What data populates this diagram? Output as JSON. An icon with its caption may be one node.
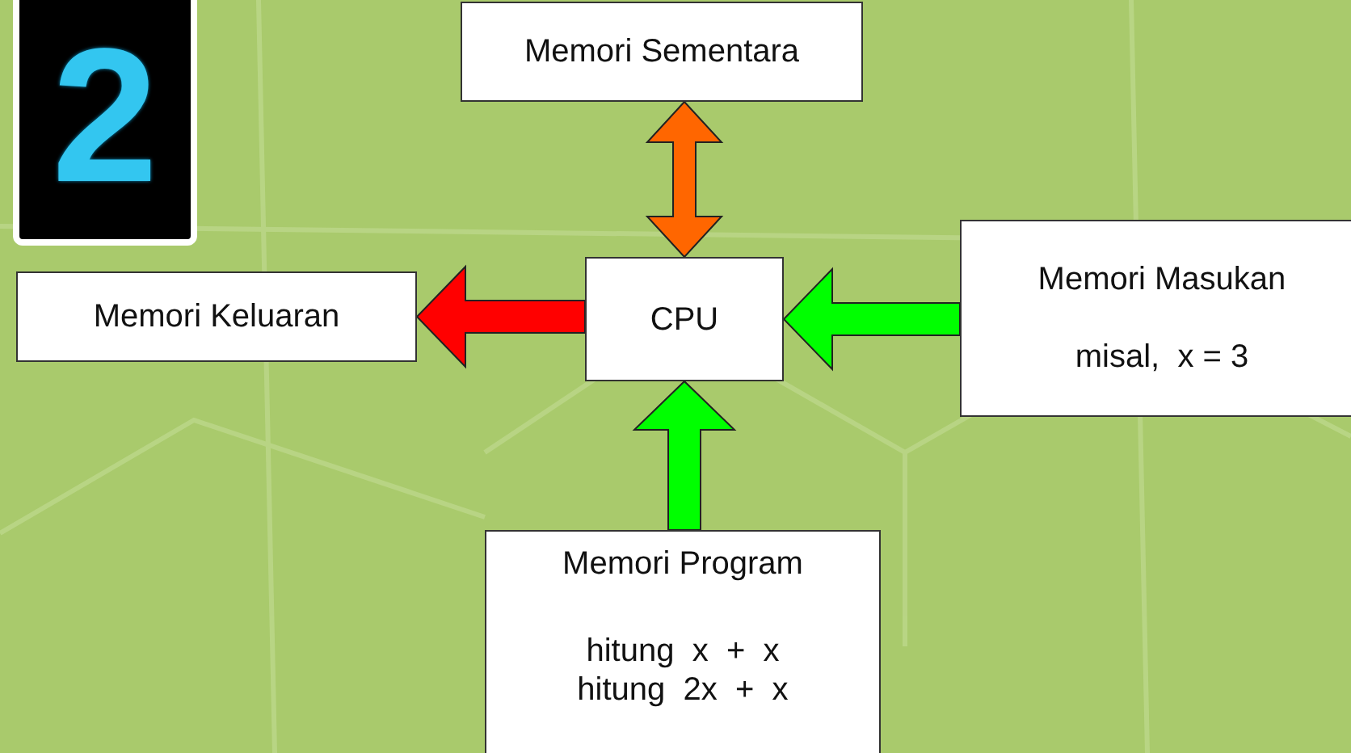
{
  "diagram": {
    "nodes": [
      {
        "text": [
          "Memori Sementara"
        ]
      },
      {
        "text": [
          "Memori Keluaran"
        ]
      },
      {
        "text": [
          "CPU"
        ]
      },
      {
        "text": [
          "Memori Masukan",
          "misal,  x = 3"
        ]
      },
      {
        "text": [
          "Memori Program",
          "hitung  x  +  x",
          "hitung  2x  +  x"
        ]
      }
    ],
    "edges": [
      {
        "from": 0,
        "to": 2,
        "arrow": "both",
        "style": "thick",
        "color": "#ff6600"
      },
      {
        "from": 2,
        "to": 1,
        "arrow": "to",
        "style": "thick",
        "color": "#ff0000"
      },
      {
        "from": 3,
        "to": 2,
        "arrow": "to",
        "style": "thick",
        "color": "#00ff00"
      },
      {
        "from": 4,
        "to": 2,
        "arrow": "to",
        "style": "thick",
        "color": "#00ff00"
      }
    ],
    "labels": [
      "2"
    ]
  }
}
